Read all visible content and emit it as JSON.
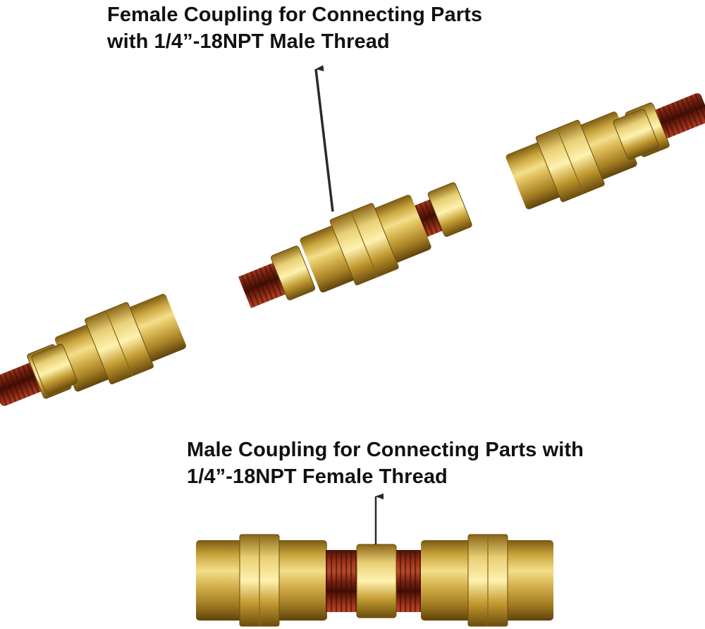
{
  "annotations": {
    "top": {
      "line1": "Female Coupling for Connecting Parts",
      "line2": "with 1/4”-18NPT Male Thread"
    },
    "bottom": {
      "line1": "Male Coupling for Connecting Parts with",
      "line2": "1/4”-18NPT Female Thread"
    }
  },
  "colors": {
    "brass": "#c9a43c",
    "brass_highlight": "#f3df8a",
    "brass_shadow": "#7a5a14",
    "thread_red": "#8f2a16",
    "arrow": "#2a2a2a"
  }
}
